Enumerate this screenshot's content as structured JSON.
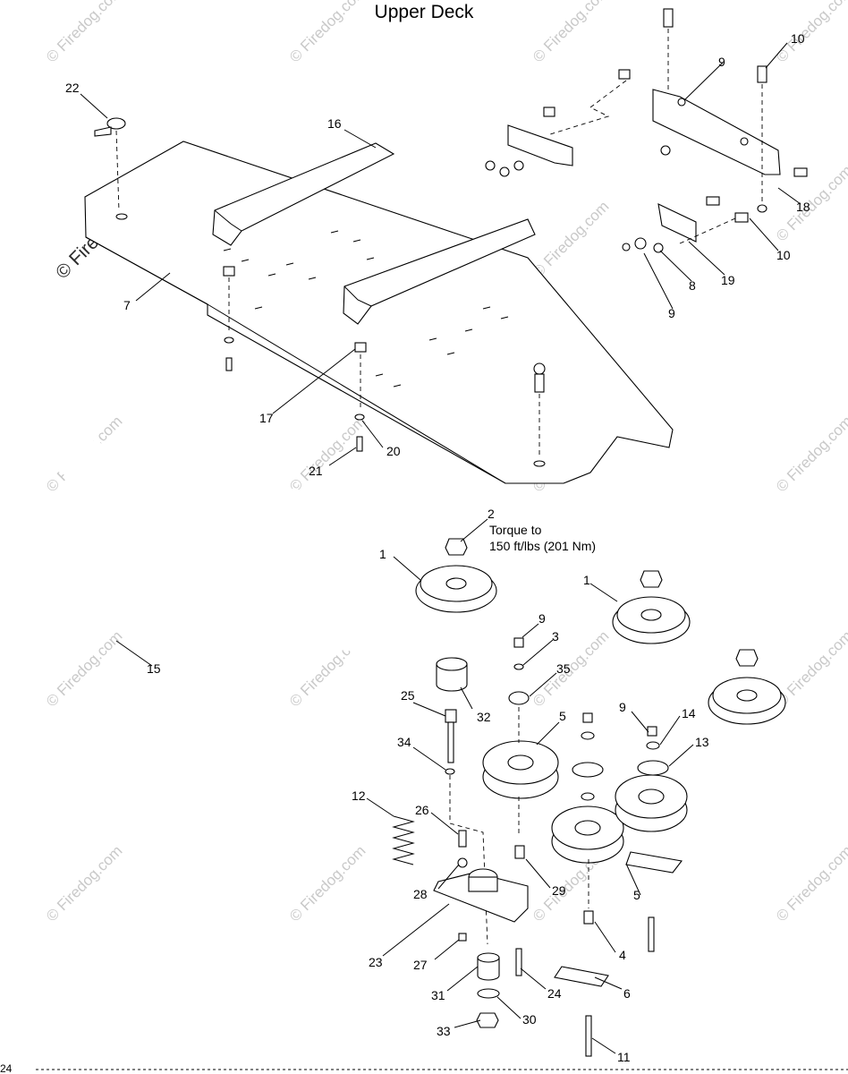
{
  "title": "Upper Deck",
  "watermark": {
    "text": "© Firedog.com"
  },
  "note": {
    "line1": "Torque to",
    "line2": "150 ft/lbs (201 Nm)"
  },
  "footer_text": "24",
  "callouts": [
    "22",
    "16",
    "7",
    "17",
    "20",
    "21",
    "10",
    "9",
    "18",
    "10",
    "19",
    "8",
    "9",
    "15",
    "2",
    "1",
    "1",
    "9",
    "3",
    "35",
    "25",
    "32",
    "5",
    "34",
    "9",
    "14",
    "13",
    "12",
    "26",
    "28",
    "23",
    "29",
    "5",
    "27",
    "4",
    "31",
    "24",
    "6",
    "33",
    "30",
    "11"
  ]
}
